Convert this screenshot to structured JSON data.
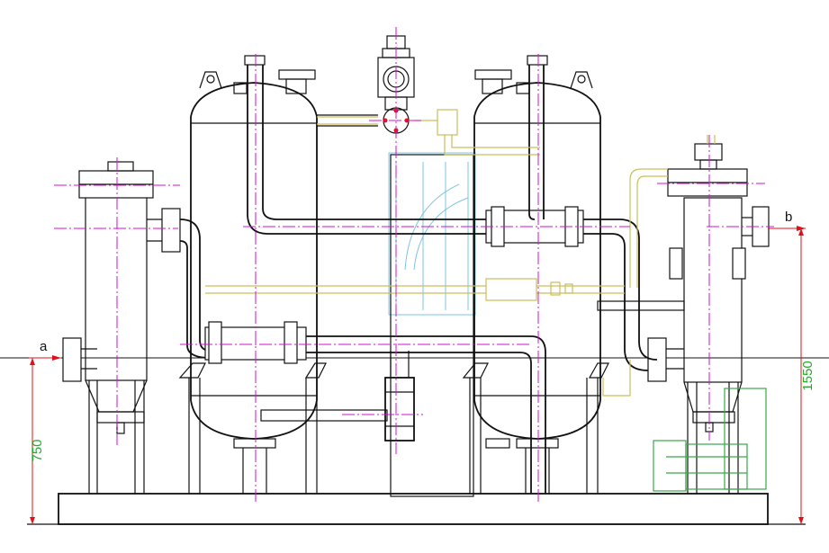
{
  "dimensions": {
    "left_height": "750",
    "right_height": "1550"
  },
  "ports": {
    "inlet": "a",
    "outlet": "b"
  },
  "colors": {
    "outline": "#111111",
    "centerline": "#d010d0",
    "dimension": "#e0101a",
    "dimension_text": "#26a832",
    "auxiliary_pipe": "#c9bf5a",
    "panel": "#7fc4e0",
    "motor": "#3aa64a"
  }
}
